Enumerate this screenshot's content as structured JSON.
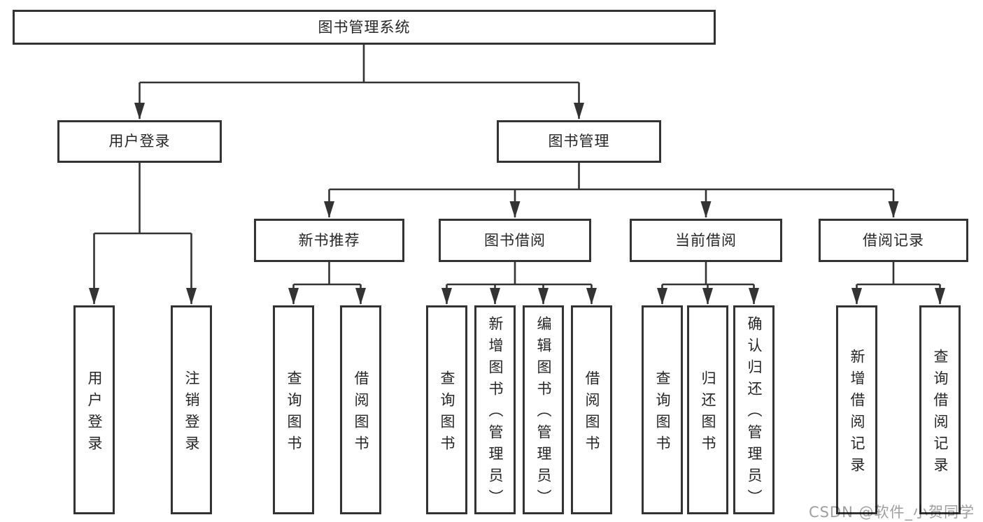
{
  "diagram": {
    "type": "tree",
    "root": {
      "label": "图书管理系统"
    },
    "children": [
      {
        "label": "用户登录",
        "children": [
          {
            "label": "用户登录"
          },
          {
            "label": "注销登录"
          }
        ]
      },
      {
        "label": "图书管理",
        "children": [
          {
            "label": "新书推荐",
            "children": [
              {
                "label": "查询图书"
              },
              {
                "label": "借阅图书"
              }
            ]
          },
          {
            "label": "图书借阅",
            "children": [
              {
                "label": "查询图书"
              },
              {
                "label": "新增图书（管理员）"
              },
              {
                "label": "编辑图书（管理员）"
              },
              {
                "label": "借阅图书"
              }
            ]
          },
          {
            "label": "当前借阅",
            "children": [
              {
                "label": "查询图书"
              },
              {
                "label": "归还图书"
              },
              {
                "label": "确认归还（管理员）"
              }
            ]
          },
          {
            "label": "借阅记录",
            "children": [
              {
                "label": "新增借阅记录"
              },
              {
                "label": "查询借阅记录"
              }
            ]
          }
        ]
      }
    ]
  },
  "watermark": {
    "text": "CSDN @软件_小贺同学"
  },
  "colors": {
    "line": "#333333",
    "border": "#333333",
    "text": "#262626",
    "background": "#ffffff",
    "watermark": "#9f9f9f"
  }
}
